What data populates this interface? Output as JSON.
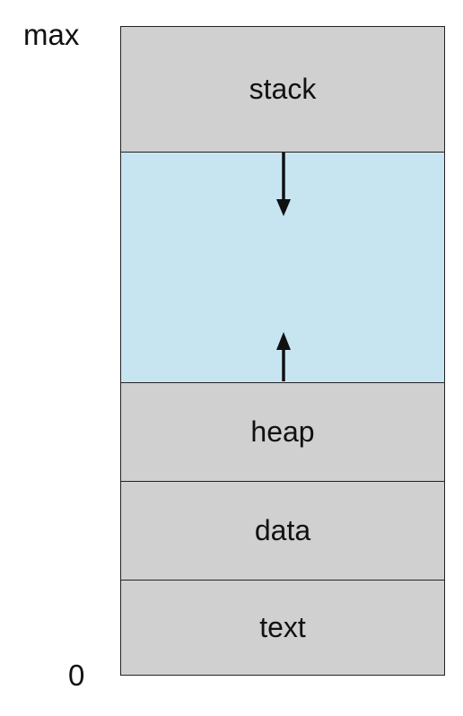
{
  "diagram": {
    "top_label": "max",
    "bottom_label": "0",
    "segments": {
      "stack": "stack",
      "heap": "heap",
      "data": "data",
      "text": "text"
    },
    "colors": {
      "segment_gray": "#d0d0d0",
      "free_space_blue": "#c7e5f0",
      "line": "#222222"
    },
    "arrows": {
      "stack_growth": "down-arrow",
      "heap_growth": "up-arrow"
    }
  }
}
